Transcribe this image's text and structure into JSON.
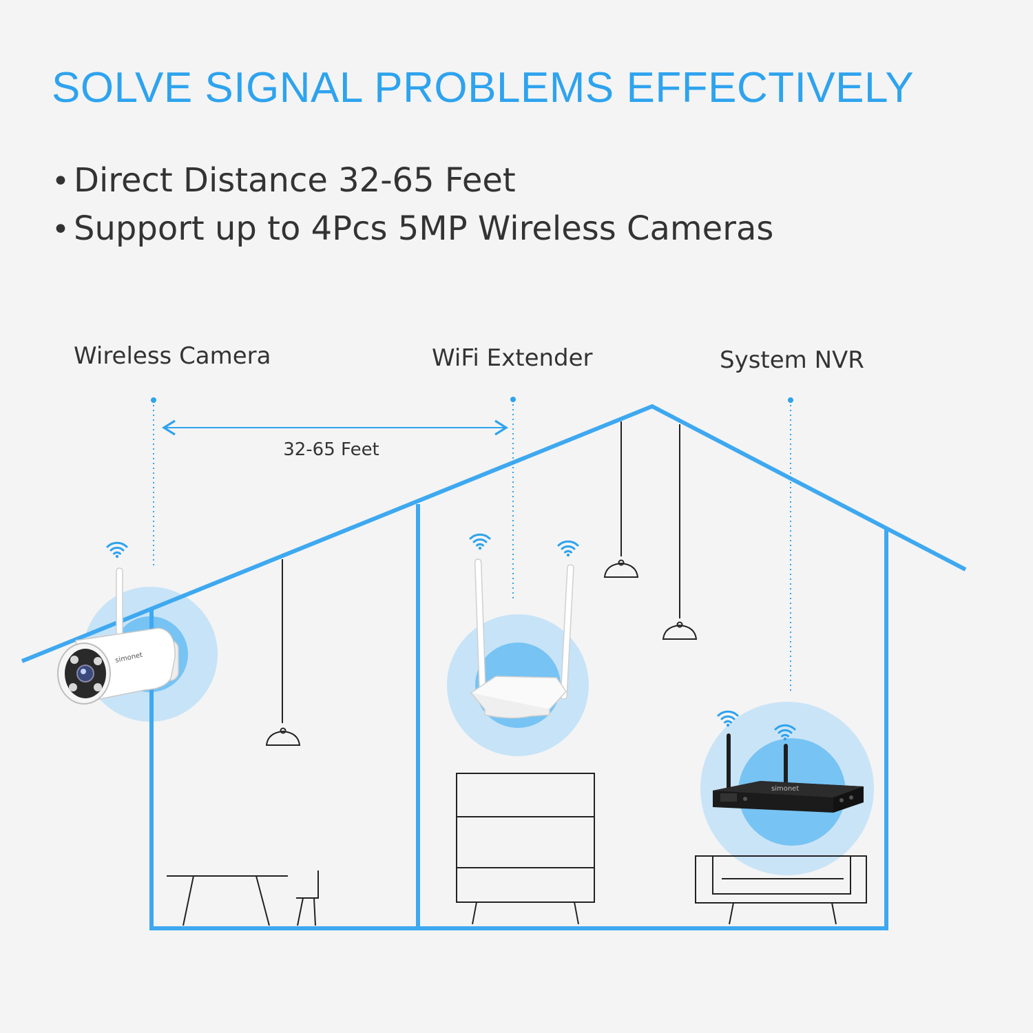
{
  "headline": "SOLVE SIGNAL PROBLEMS EFFECTIVELY",
  "bullets": [
    "Direct Distance 32-65 Feet",
    "Support up to 4Pcs 5MP Wireless Cameras"
  ],
  "bullet_glyph": "•",
  "labels": {
    "camera": "Wireless Camera",
    "extender": "WiFi Extender",
    "nvr": "System NVR",
    "distance": "32-65 Feet"
  },
  "brand_mark": "simonet",
  "colors": {
    "accent": "#2ea3ee",
    "house_line": "#3ea8f0",
    "text": "#333333",
    "background": "#f4f4f4"
  },
  "icons": [
    "wifi-signal-icon",
    "double-arrow-icon",
    "pendant-lamp-icon"
  ]
}
